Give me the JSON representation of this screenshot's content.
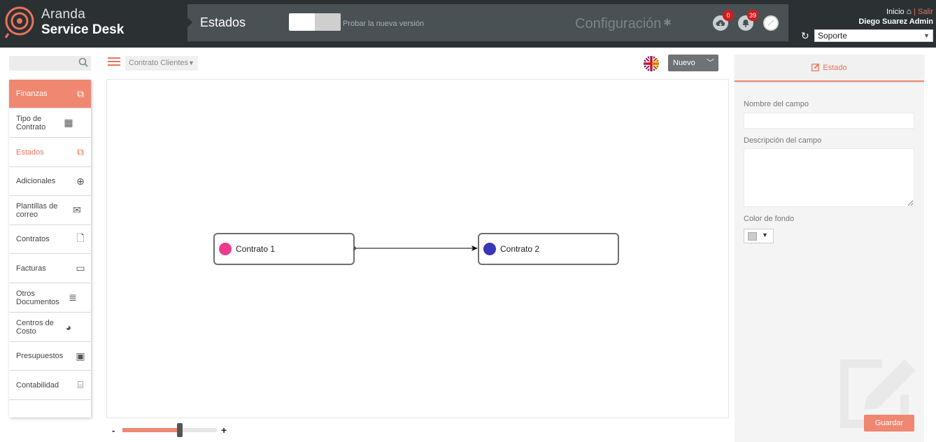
{
  "header": {
    "brand_line1": "Aranda",
    "brand_line2": "Service Desk",
    "module_title": "Estados",
    "toggle_label": "Probar la nueva versión",
    "config_label": "Configuración",
    "cloud_badge": "0",
    "bell_badge": "39",
    "inicio": "Inicio",
    "separator": "|",
    "salir": "Salir",
    "user_name": "Diego Suarez Admin",
    "project_select": "Soporte"
  },
  "search": {
    "placeholder": ""
  },
  "sidebar": {
    "items": [
      {
        "label": "Finanzas",
        "icon": "copy-icon"
      },
      {
        "label": "Tipo de Contrato",
        "icon": "grid-icon"
      },
      {
        "label": "Estados",
        "icon": "copy-icon"
      },
      {
        "label": "Adicionales",
        "icon": "plus-circle-icon"
      },
      {
        "label": "Plantillas de correo",
        "icon": "envelope-icon"
      },
      {
        "label": "Contratos",
        "icon": "document-search-icon"
      },
      {
        "label": "Facturas",
        "icon": "card-icon"
      },
      {
        "label": "Otros Documentos",
        "icon": "document-lines-icon"
      },
      {
        "label": "Centros de Costo",
        "icon": "pie-chart-icon"
      },
      {
        "label": "Presupuestos",
        "icon": "money-icon"
      },
      {
        "label": "Contabilidad",
        "icon": "cash-register-icon"
      }
    ]
  },
  "toolbar": {
    "contract_select": "Contrato Clientes",
    "new_button": "Nuevo"
  },
  "diagram": {
    "nodes": [
      {
        "label": "Contrato 1",
        "color": "#ee3a8c"
      },
      {
        "label": "Contrato 2",
        "color": "#3a36b8"
      }
    ]
  },
  "zoom": {
    "minus": "-",
    "plus": "+",
    "level_fraction": 0.61
  },
  "panel": {
    "title": "Estado",
    "field_name_label": "Nombre del campo",
    "field_name_value": "",
    "field_desc_label": "Descripción del campo",
    "field_desc_value": "",
    "bg_color_label": "Color de fondo",
    "save_button": "Guardar"
  },
  "colors": {
    "accent": "#ef8771",
    "topbar": "#2b3033",
    "module_bar": "#4a5155"
  }
}
